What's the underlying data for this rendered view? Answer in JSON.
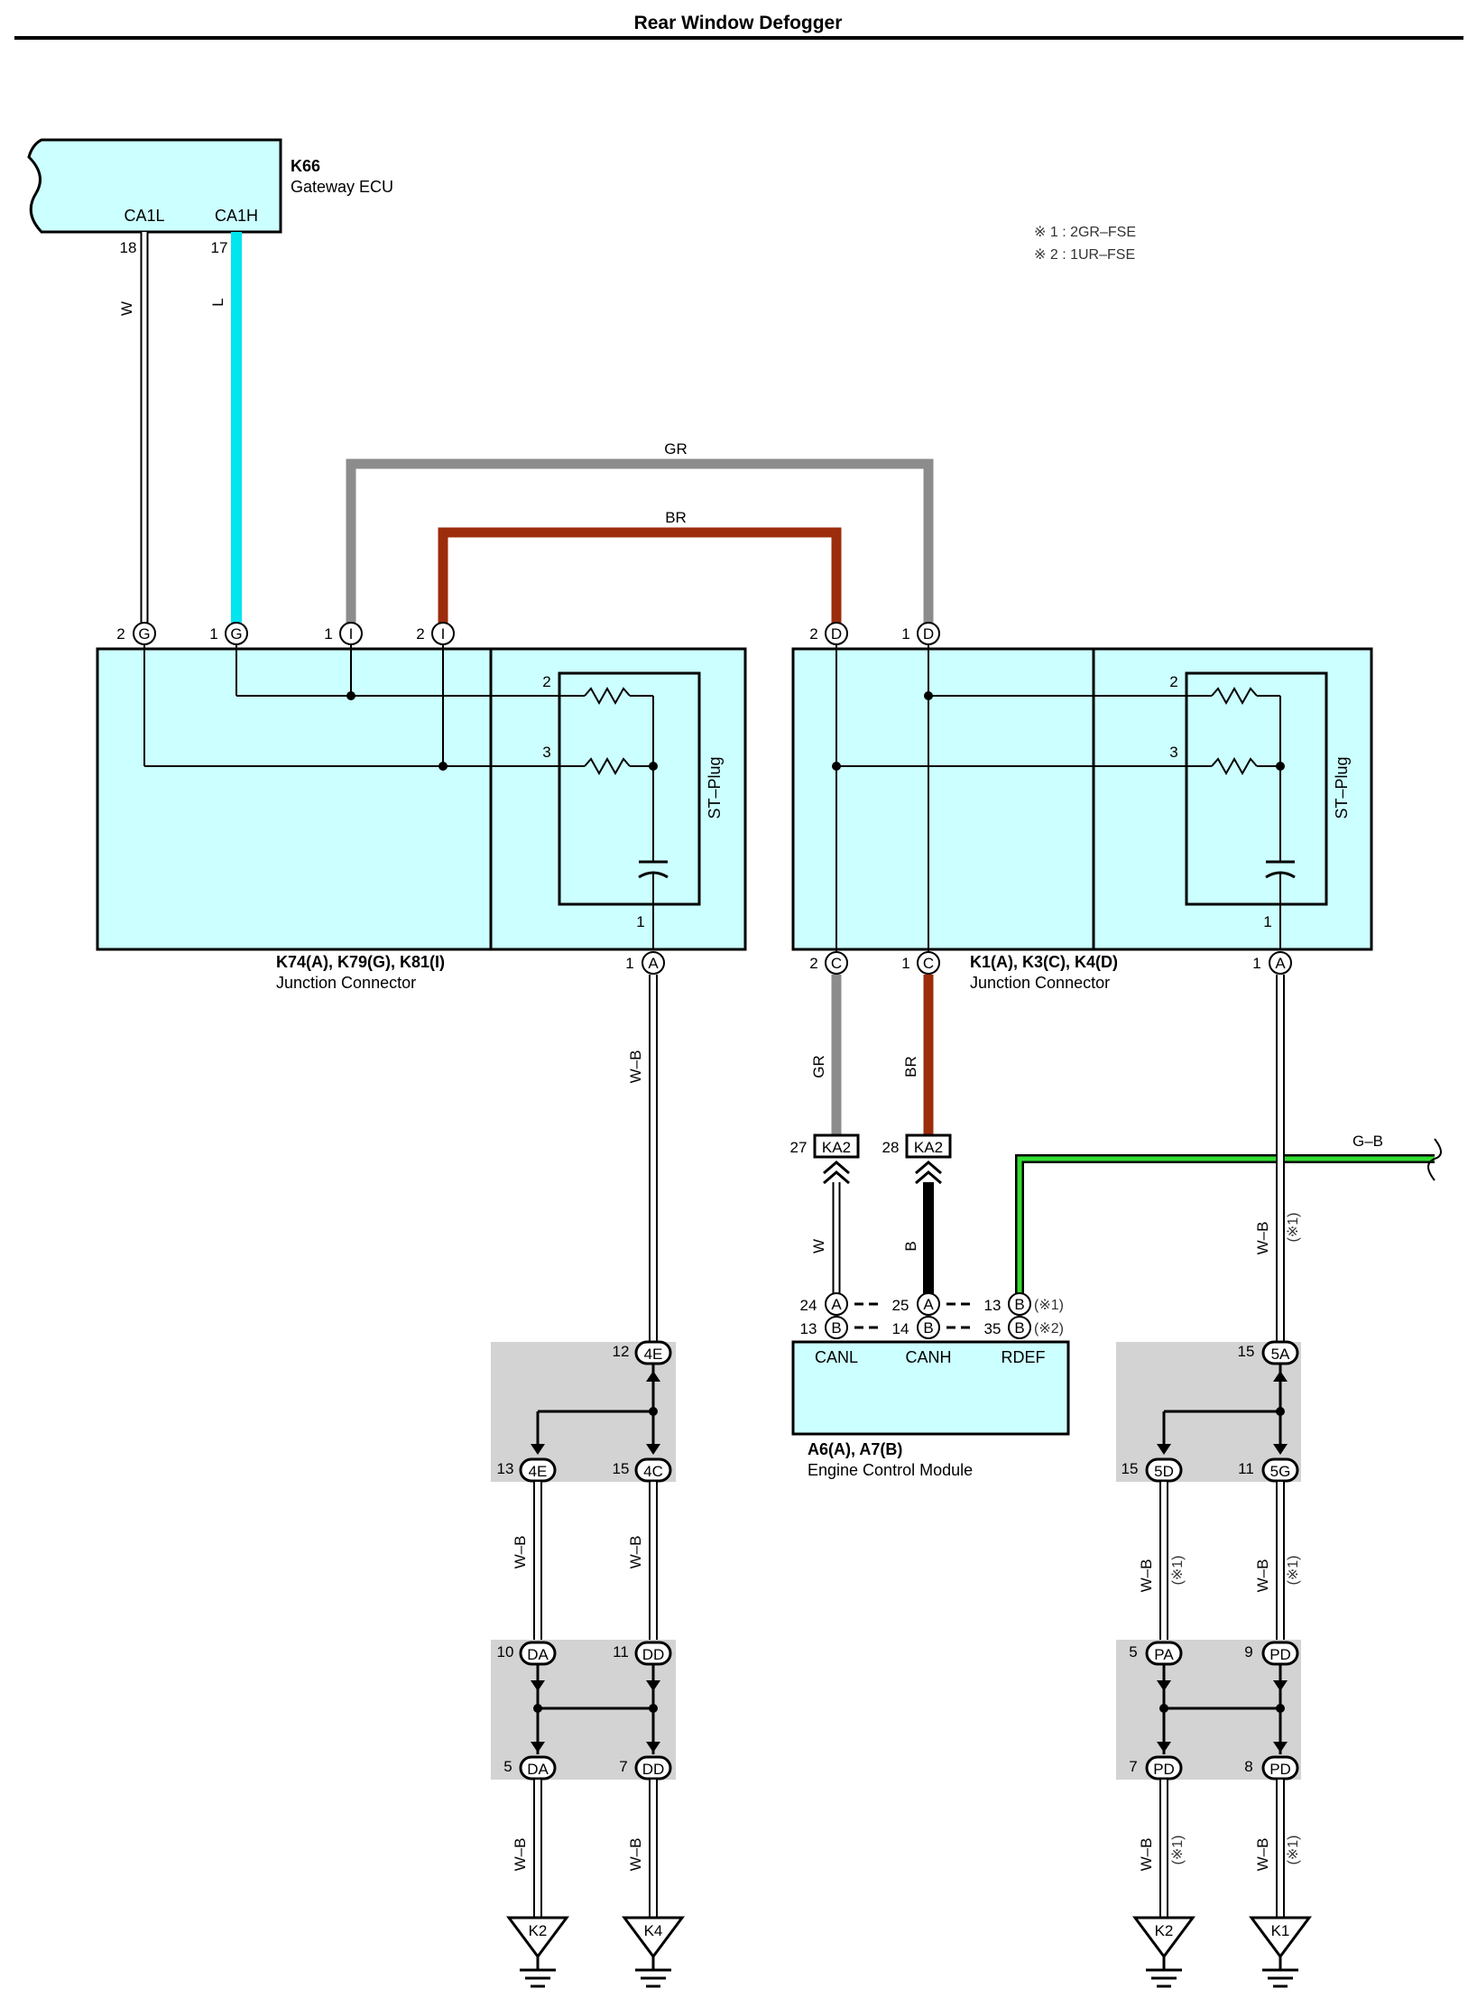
{
  "title": "Rear Window Defogger",
  "notes": [
    "※ 1 : 2GR–FSE",
    "※ 2 : 1UR–FSE"
  ],
  "components": {
    "gateway": {
      "id": "K66",
      "name": "Gateway ECU",
      "pins": {
        "ca1l": "CA1L",
        "ca1h": "CA1H",
        "pin18": "18",
        "pin17": "17"
      }
    },
    "jc_left": {
      "id": "K74(A), K79(G), K81(I)",
      "name": "Junction Connector",
      "stplug": "ST–Plug"
    },
    "jc_right": {
      "id": "K1(A), K3(C), K4(D)",
      "name": "Junction Connector",
      "stplug": "ST–Plug"
    },
    "ecm": {
      "id": "A6(A), A7(B)",
      "name": "Engine Control Module",
      "canl": "CANL",
      "canh": "CANH",
      "rdef": "RDEF"
    }
  },
  "wires": {
    "w": "W",
    "l": "L",
    "gr": "GR",
    "br": "BR",
    "wb": "W–B",
    "b": "B",
    "gb": "G–B",
    "star1": "(※1)",
    "star2": "(※2)"
  },
  "connectors": {
    "ka2": "KA2",
    "pin27": "27",
    "pin28": "28",
    "ecm_pins_row1": [
      "24",
      "A",
      "25",
      "A",
      "13",
      "B"
    ],
    "ecm_pins_row2": [
      "13",
      "B",
      "14",
      "B",
      "35",
      "B"
    ]
  },
  "junctions": {
    "left_top": [
      "12",
      "4E"
    ],
    "left_bl": [
      "13",
      "4E"
    ],
    "left_br": [
      "15",
      "4C"
    ],
    "left_mid_l": [
      "10",
      "DA"
    ],
    "left_mid_r": [
      "11",
      "DD"
    ],
    "left_bot_l": [
      "5",
      "DA"
    ],
    "left_bot_r": [
      "7",
      "DD"
    ],
    "right_top": [
      "15",
      "5A"
    ],
    "right_bl": [
      "15",
      "5D"
    ],
    "right_br": [
      "11",
      "5G"
    ],
    "right_mid_l": [
      "5",
      "PA"
    ],
    "right_mid_r": [
      "9",
      "PD"
    ],
    "right_bot_l": [
      "7",
      "PD"
    ],
    "right_bot_r": [
      "8",
      "PD"
    ]
  },
  "grounds": [
    "K2",
    "K4",
    "K2",
    "K1"
  ],
  "colors": {
    "box_fill": "#ccffff",
    "gray_wire": "#8c8c8c",
    "brown_wire": "#9c2c0c",
    "cyan_wire": "#00e5ee",
    "green_wire": "#33dd33",
    "panel": "#d3d3d3"
  }
}
